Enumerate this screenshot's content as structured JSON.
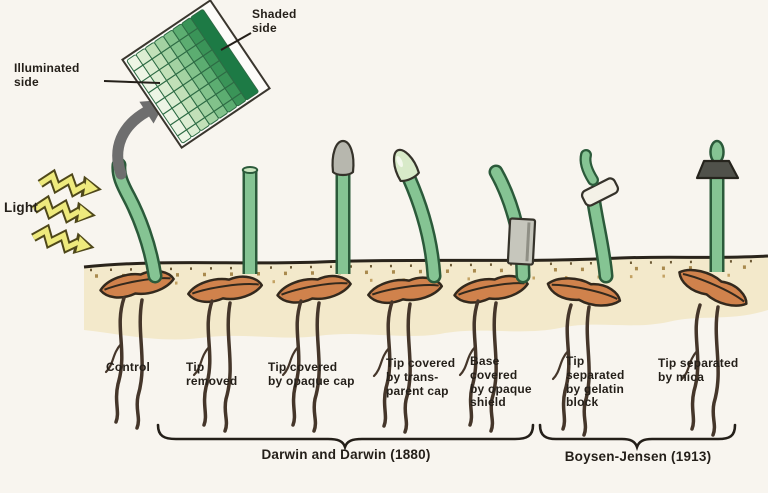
{
  "inset": {
    "shaded_label": "Shaded\nside",
    "illuminated_label": "Illuminated\nside"
  },
  "light_label": "Light",
  "experiments": [
    {
      "label": "Control"
    },
    {
      "label": "Tip\nremoved"
    },
    {
      "label": "Tip covered\nby opaque cap"
    },
    {
      "label": "Tip covered\nby trans-\nparent cap"
    },
    {
      "label": "Base\ncovered\nby opaque\nshield"
    },
    {
      "label": "Tip\nseparated\nby gelatin\nblock"
    },
    {
      "label": "Tip separated\nby mica"
    }
  ],
  "groups": [
    {
      "label": "Darwin and Darwin (1880)"
    },
    {
      "label": "Boysen-Jensen (1913)"
    }
  ],
  "colors": {
    "bg": "#f8f5ef",
    "ink": "#241f19",
    "stem-fill": "#85c493",
    "stem-outline": "#2b5a3a",
    "soil": "#f3e9cb",
    "soil-line": "#2a241b",
    "seed": "#d0824c",
    "root": "#45362a",
    "light-yellow": "#eeea7d",
    "light-outline": "#4f481a",
    "cap-gray": "#b7b7ae",
    "shield-gray": "#c6c6bc",
    "gelatin-white": "#f4f1e7",
    "mica-dark": "#50514a",
    "cell-dark": "#1d7a45",
    "arrow-gray": "#6e6e6e"
  }
}
